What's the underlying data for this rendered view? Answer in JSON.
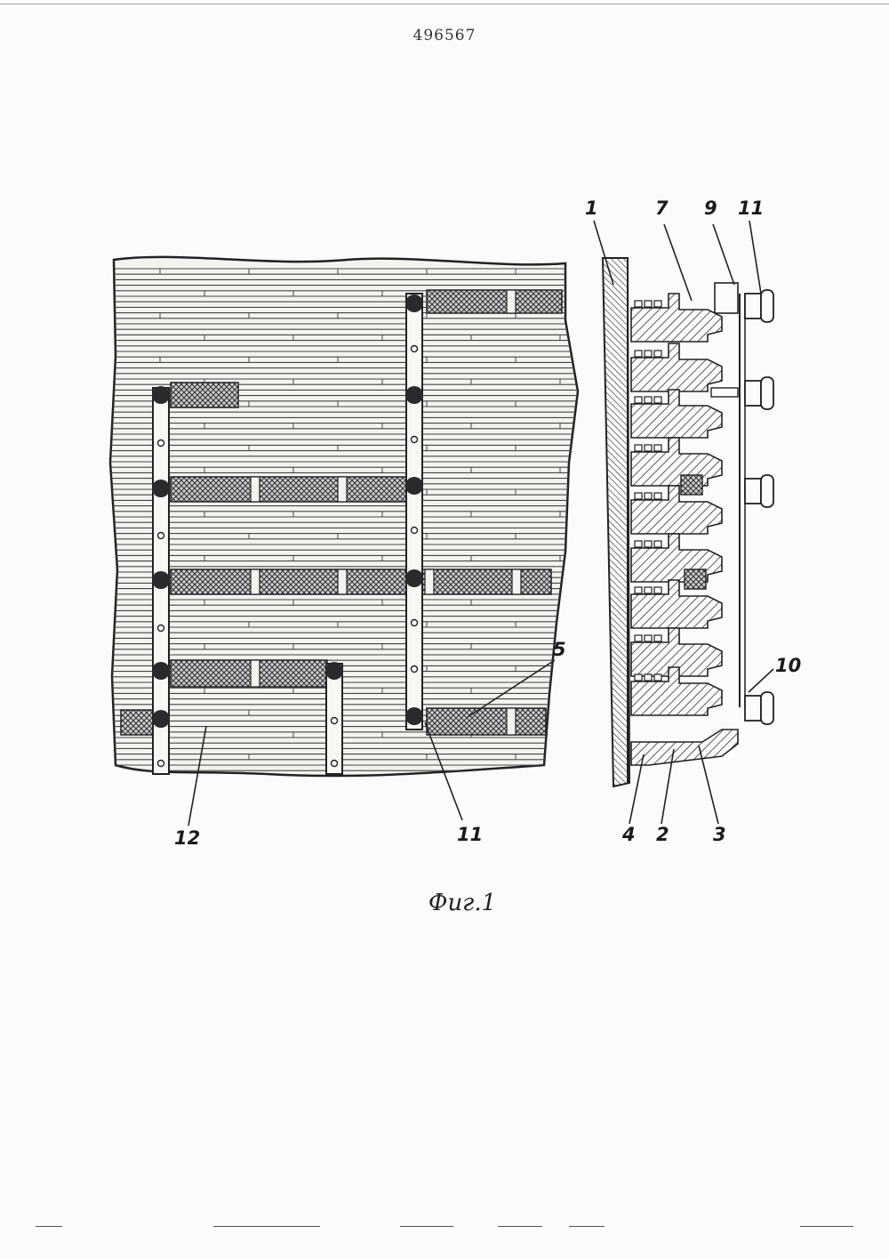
{
  "document": {
    "number": "496567",
    "figure_caption": "Фиг.1"
  },
  "labels": {
    "l1": "1",
    "l7": "7",
    "l9": "9",
    "l11_top": "11",
    "l5": "5",
    "l10": "10",
    "l4": "4",
    "l2": "2",
    "l3": "3",
    "l12": "12",
    "l11_bottom": "11"
  },
  "colors": {
    "ink": "#222222",
    "paper": "#fbfbf9",
    "hatch": "#444444"
  }
}
